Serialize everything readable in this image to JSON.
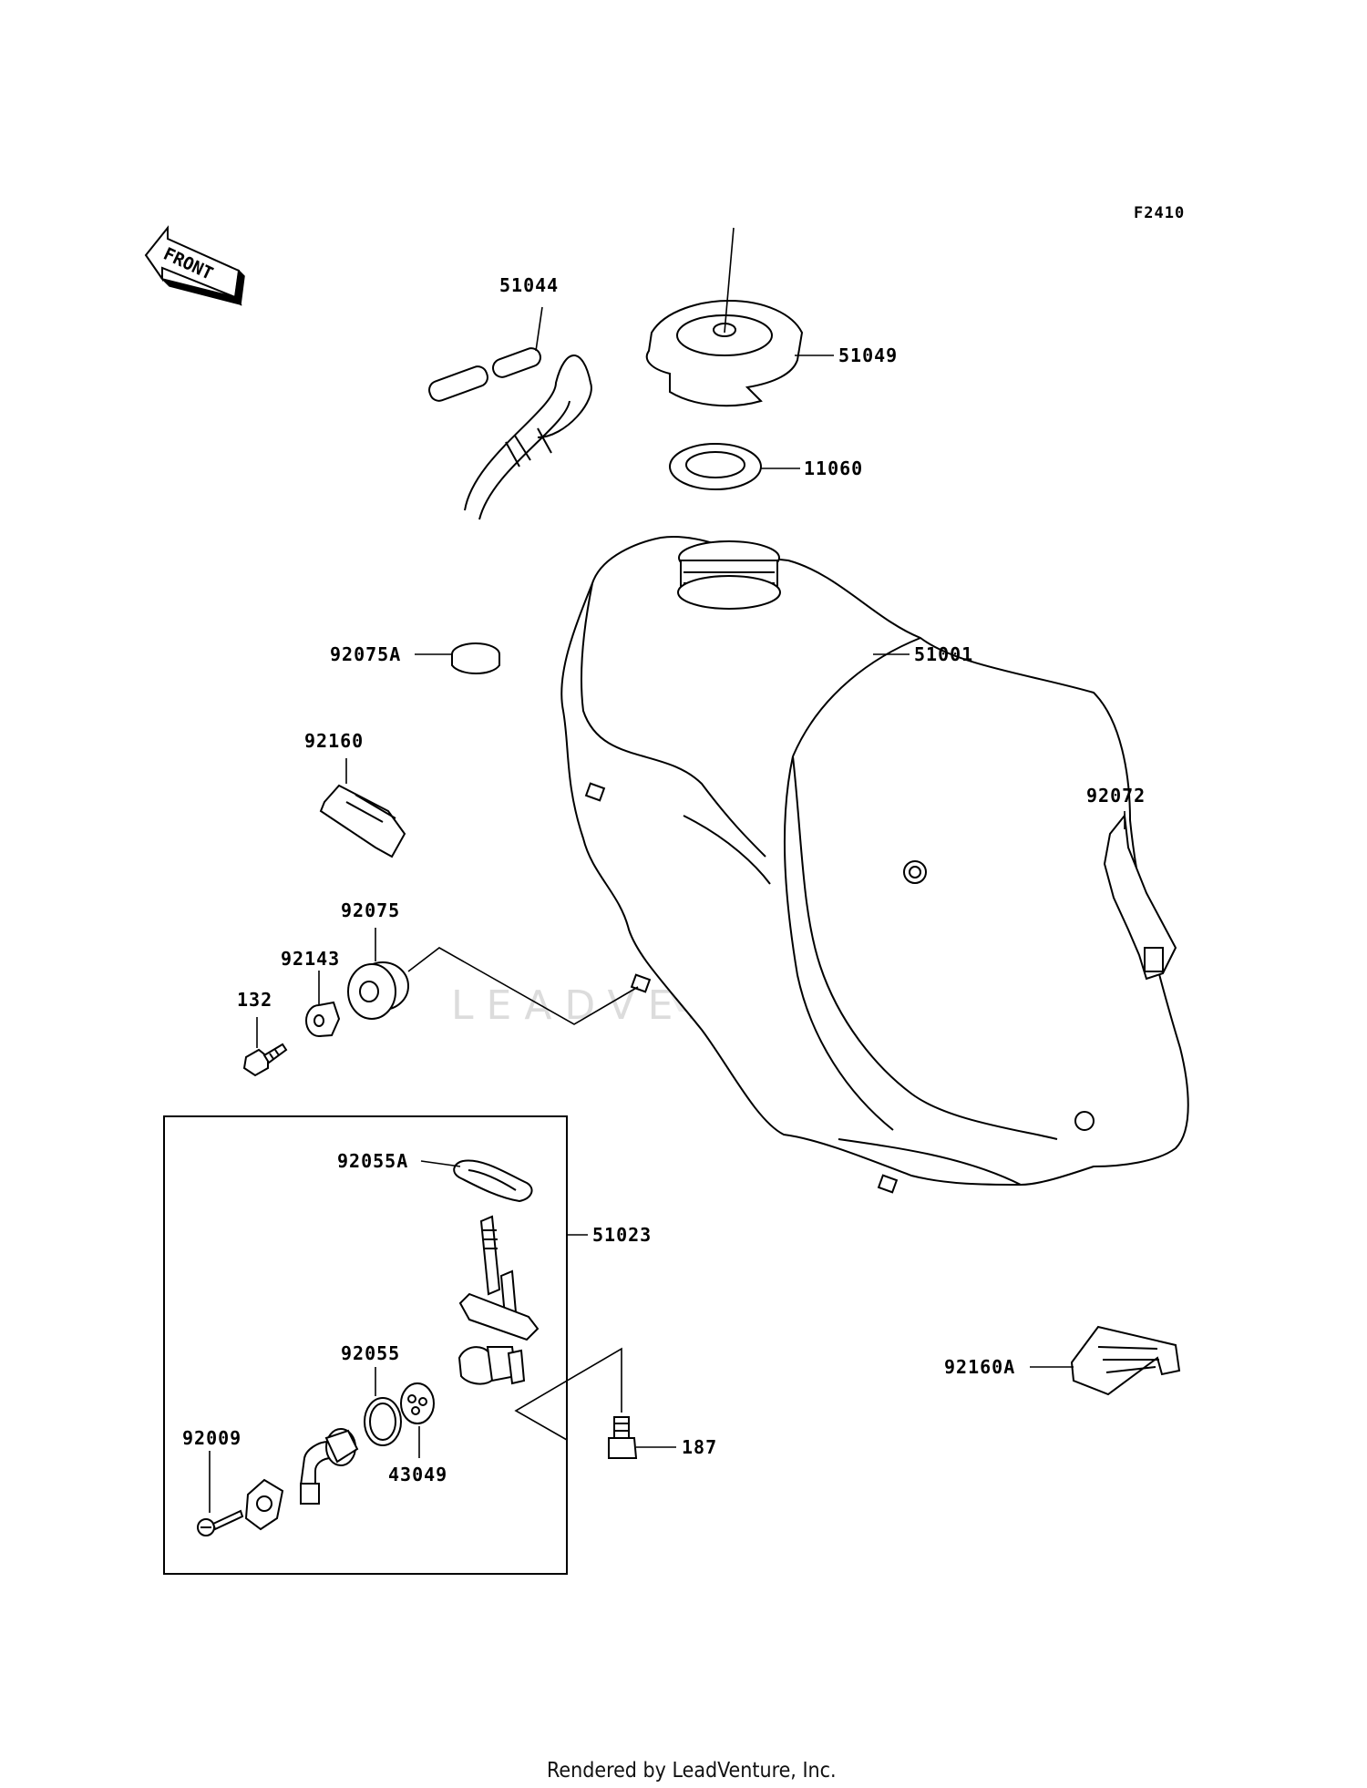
{
  "figure_code": "F2410",
  "front_indicator": "FRONT",
  "watermark": "LEADVENTURE",
  "footer": "Rendered by LeadVenture, Inc.",
  "parts": {
    "p51044": "51044",
    "p51049": "51049",
    "p11060": "11060",
    "p51001": "51001",
    "p92075A": "92075A",
    "p92160": "92160",
    "p92072": "92072",
    "p92075": "92075",
    "p92143": "92143",
    "p132": "132",
    "p92055A": "92055A",
    "p51023": "51023",
    "p92055": "92055",
    "p92009": "92009",
    "p43049": "43049",
    "p187": "187",
    "p92160A": "92160A"
  }
}
